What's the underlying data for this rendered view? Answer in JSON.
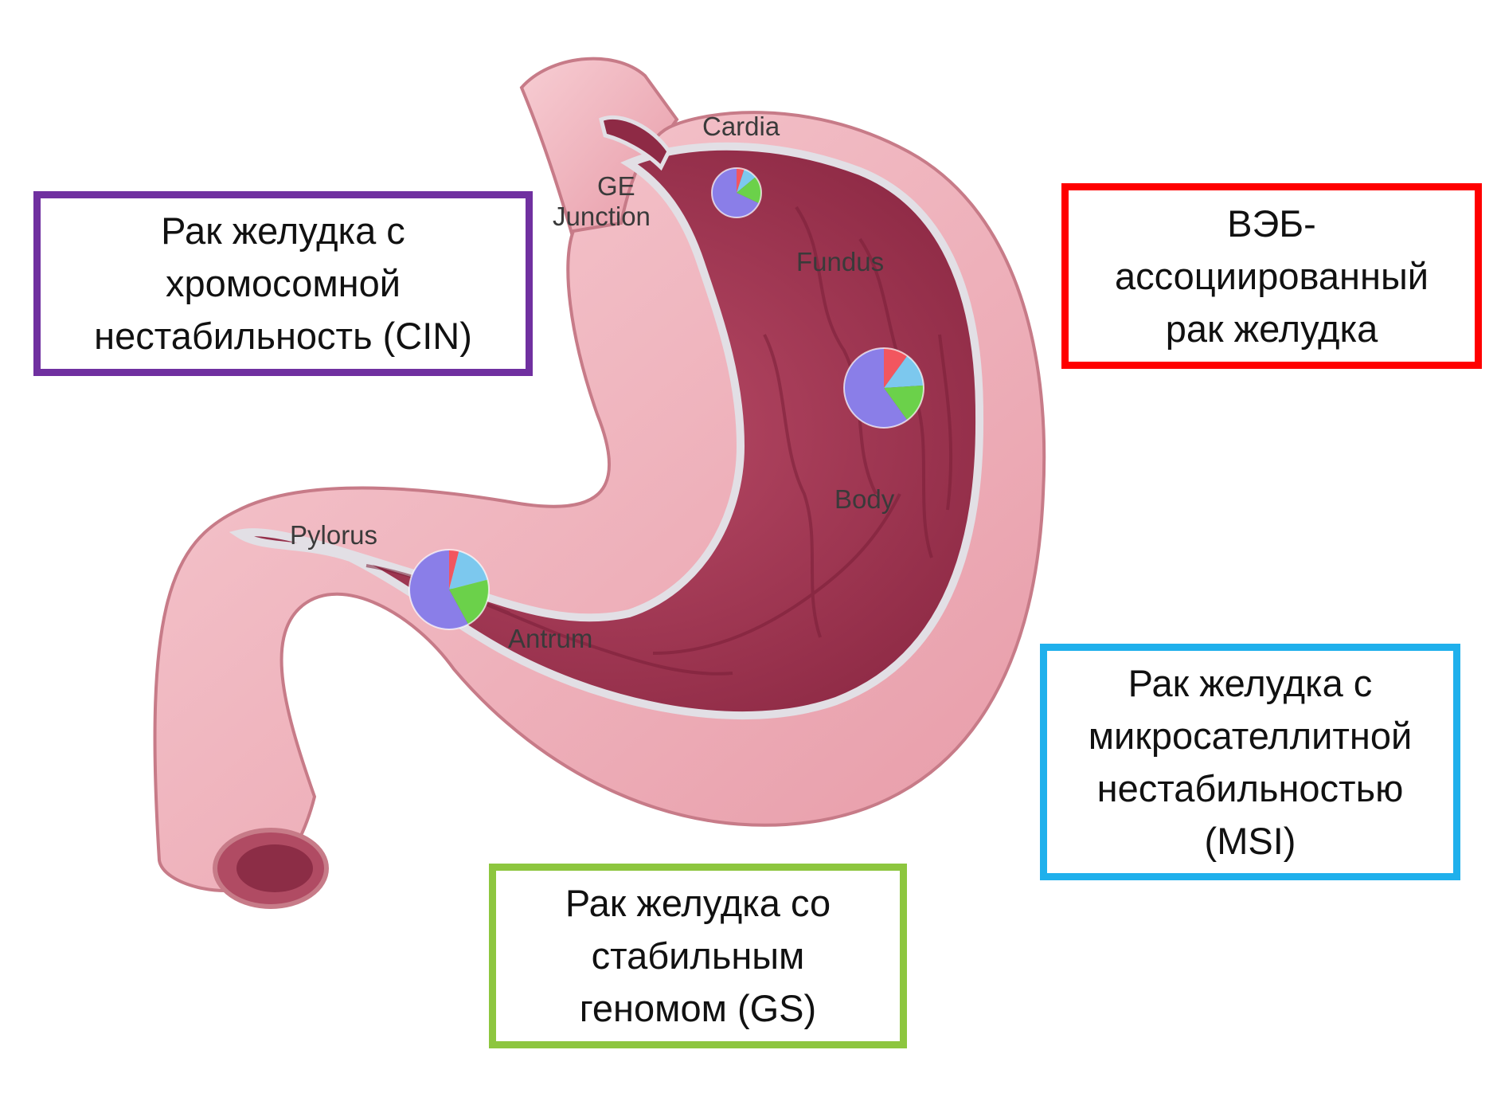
{
  "regions": {
    "cardia": "Cardia",
    "ge_line1": "GE",
    "ge_line2": "Junction",
    "fundus": "Fundus",
    "body": "Body",
    "pylorus": "Pylorus",
    "antrum": "Antrum"
  },
  "subtypes": {
    "cin": "Рак желудка с\nхромосомной\nнестабильность (CIN)",
    "ebv": "ВЭБ-\nассоциированный\nрак желудка",
    "msi": "Рак желудка с\nмикросателлитной\nнестабильностью\n(MSI)",
    "gs": "Рак желудка со\nстабильным\nгеномом (GS)"
  },
  "colors": {
    "cin": "#7030a0",
    "ebv": "#ff0000",
    "msi": "#1fb0ec",
    "gs": "#8dc63f",
    "pie_cin": "#8a7ee8",
    "pie_ebv": "#f2565f",
    "pie_msi": "#7cc8ee",
    "pie_gs": "#6bd14a",
    "stomach_outer": "#f3b8c0",
    "stomach_inner": "#a83c58"
  },
  "pies": [
    {
      "name": "gej-cardia",
      "values": {
        "cin": 0.68,
        "ebv": 0.05,
        "msi": 0.09,
        "gs": 0.18
      }
    },
    {
      "name": "fundus-body",
      "values": {
        "cin": 0.6,
        "ebv": 0.1,
        "msi": 0.14,
        "gs": 0.16
      }
    },
    {
      "name": "antrum",
      "values": {
        "cin": 0.58,
        "ebv": 0.04,
        "msi": 0.17,
        "gs": 0.21
      }
    }
  ]
}
